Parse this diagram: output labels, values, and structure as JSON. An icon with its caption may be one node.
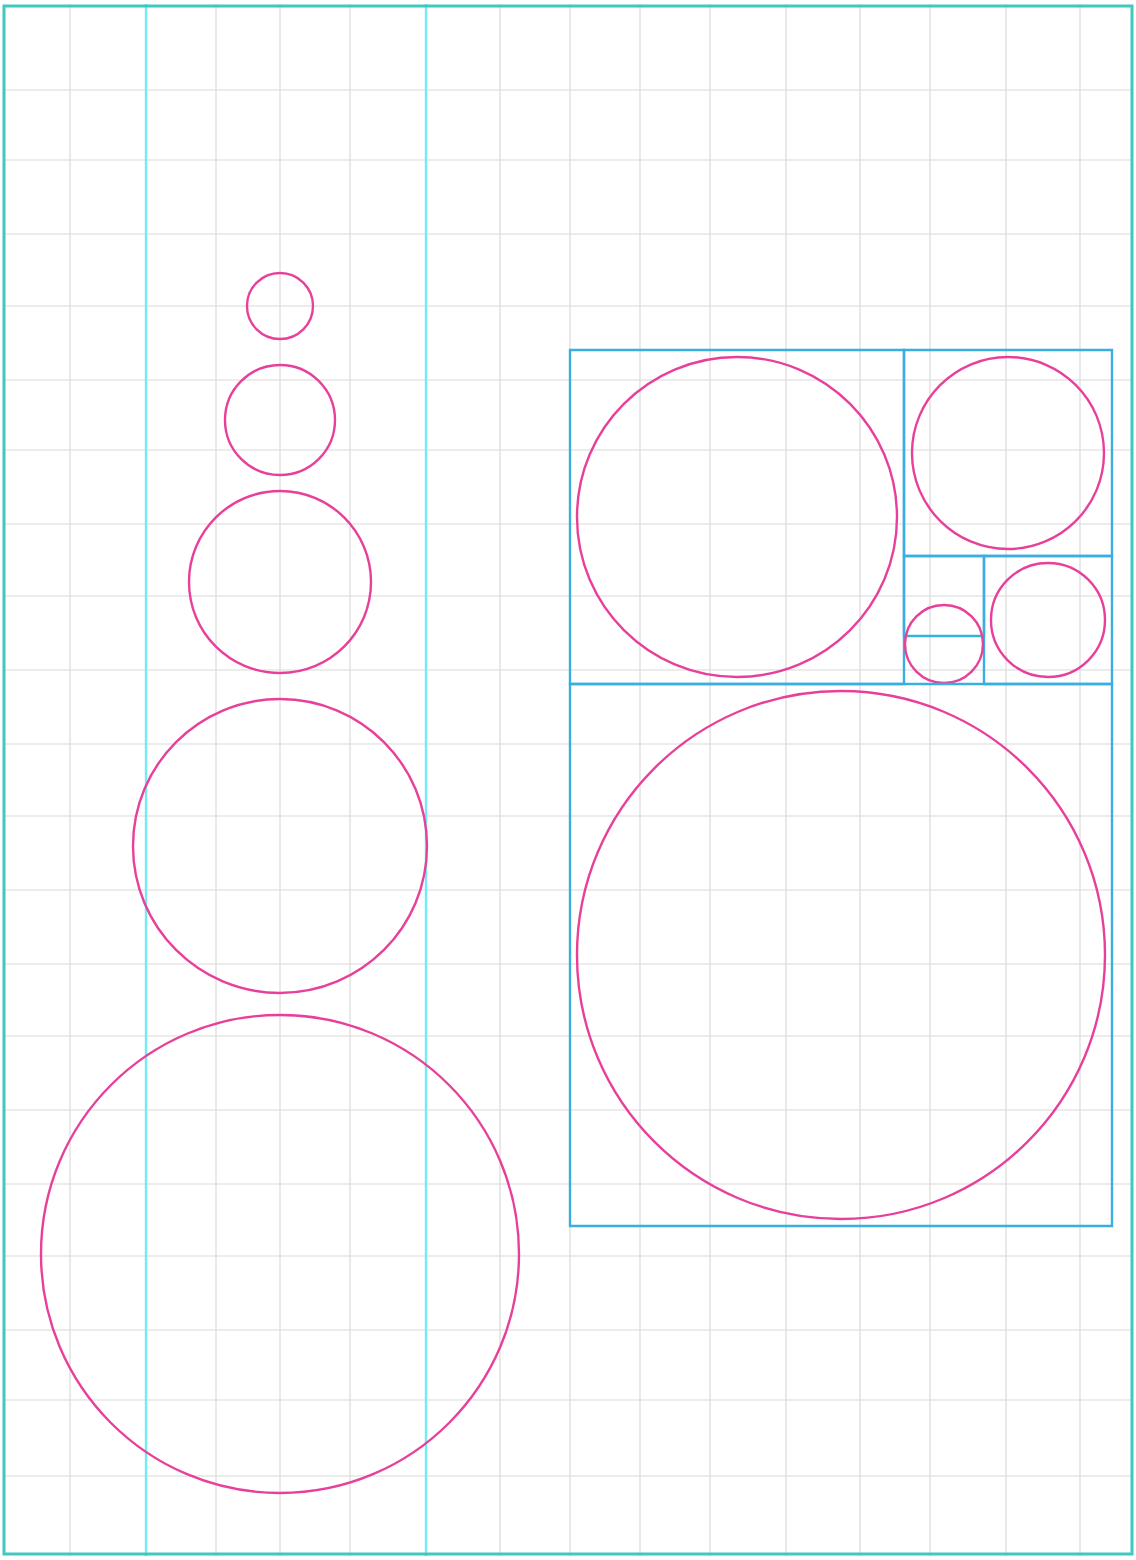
{
  "diagram": {
    "nodes": [
      {
        "text": [],
        "shape": "circle"
      },
      {
        "text": [],
        "shape": "circle"
      },
      {
        "text": [],
        "shape": "circle"
      },
      {
        "text": [],
        "shape": "circle"
      },
      {
        "text": [],
        "shape": "circle"
      },
      {
        "text": [],
        "shape": "box"
      },
      {
        "text": [],
        "shape": "circle",
        "in": 5
      },
      {
        "text": [],
        "shape": "box"
      },
      {
        "text": [],
        "shape": "circle",
        "in": 7
      },
      {
        "text": [],
        "shape": "box"
      },
      {
        "text": [],
        "shape": "circle",
        "in": 9
      },
      {
        "text": [],
        "shape": "box"
      },
      {
        "text": [],
        "shape": "circle"
      },
      {
        "text": [],
        "shape": "box"
      },
      {
        "text": [],
        "shape": "circle",
        "in": 13
      }
    ]
  }
}
